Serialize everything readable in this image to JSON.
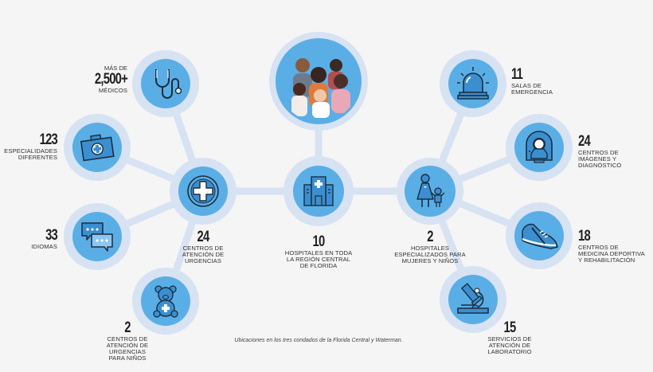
{
  "colors": {
    "background": "#f5f5f5",
    "halo": "#d7e2f3",
    "inner": "#5aaee6",
    "icon_fill": "#3b8fd0",
    "icon_stroke": "#1d2d3d",
    "text": "#2b2b2b"
  },
  "center": {
    "image": {
      "icon": "family-photo",
      "alt": "family-photo"
    },
    "hospitals": {
      "number": "10",
      "label_lines": [
        "HOSPITALES EN TODA",
        "LA REGIÓN CENTRAL",
        "DE FLORIDA"
      ],
      "icon": "hospital-building-icon"
    }
  },
  "left_hub": {
    "icon": "medical-cross-icon",
    "number": "24",
    "label_lines": [
      "CENTROS DE",
      "ATENCIÓN DE",
      "URGENCIAS"
    ]
  },
  "right_hub": {
    "icon": "mother-child-icon",
    "number": "2",
    "label_lines": [
      "HOSPITALES",
      "ESPECIALIZADOS PARA",
      "MUJERES Y NIÑOS"
    ]
  },
  "left_nodes": [
    {
      "icon": "stethoscope-icon",
      "prefix": "MÁS DE",
      "number": "2,500+",
      "label_lines": [
        "MÉDICOS"
      ]
    },
    {
      "icon": "medical-case-icon",
      "number": "123",
      "label_lines": [
        "ESPECIALIDADES",
        "DIFERENTES"
      ]
    },
    {
      "icon": "chat-bubbles-icon",
      "number": "33",
      "label_lines": [
        "IDIOMAS"
      ]
    },
    {
      "icon": "teddy-bear-icon",
      "number": "2",
      "label_lines": [
        "CENTROS DE",
        "ATENCIÓN DE",
        "URGENCIAS",
        "PARA NIÑOS"
      ]
    }
  ],
  "right_nodes": [
    {
      "icon": "emergency-siren-icon",
      "number": "11",
      "label_lines": [
        "SALAS DE",
        "EMERGENCIA"
      ]
    },
    {
      "icon": "mri-scanner-icon",
      "number": "24",
      "label_lines": [
        "CENTROS DE",
        "IMÁGENES Y",
        "DIAGNÓSTICO"
      ]
    },
    {
      "icon": "sneaker-icon",
      "number": "18",
      "label_lines": [
        "CENTROS DE",
        "MEDICINA DEPORTIVA",
        "Y REHABILITACIÓN"
      ]
    },
    {
      "icon": "microscope-icon",
      "number": "15",
      "label_lines": [
        "SERVICIOS DE",
        "ATENCIÓN DE",
        "LABORATORIO"
      ]
    }
  ],
  "footnote": "Ubicaciones en los tres condados de la Florida Central y Waterman."
}
